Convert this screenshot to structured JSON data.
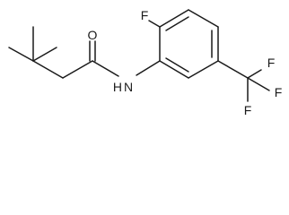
{
  "structure": {
    "atom_labels": {
      "oxygen": "O",
      "amide_nitrogen": "N",
      "amide_hydrogen": "H",
      "ring_fluorine": "F",
      "cf3_fluorine_top": "F",
      "cf3_fluorine_right": "F",
      "cf3_fluorine_bottom": "F"
    }
  }
}
